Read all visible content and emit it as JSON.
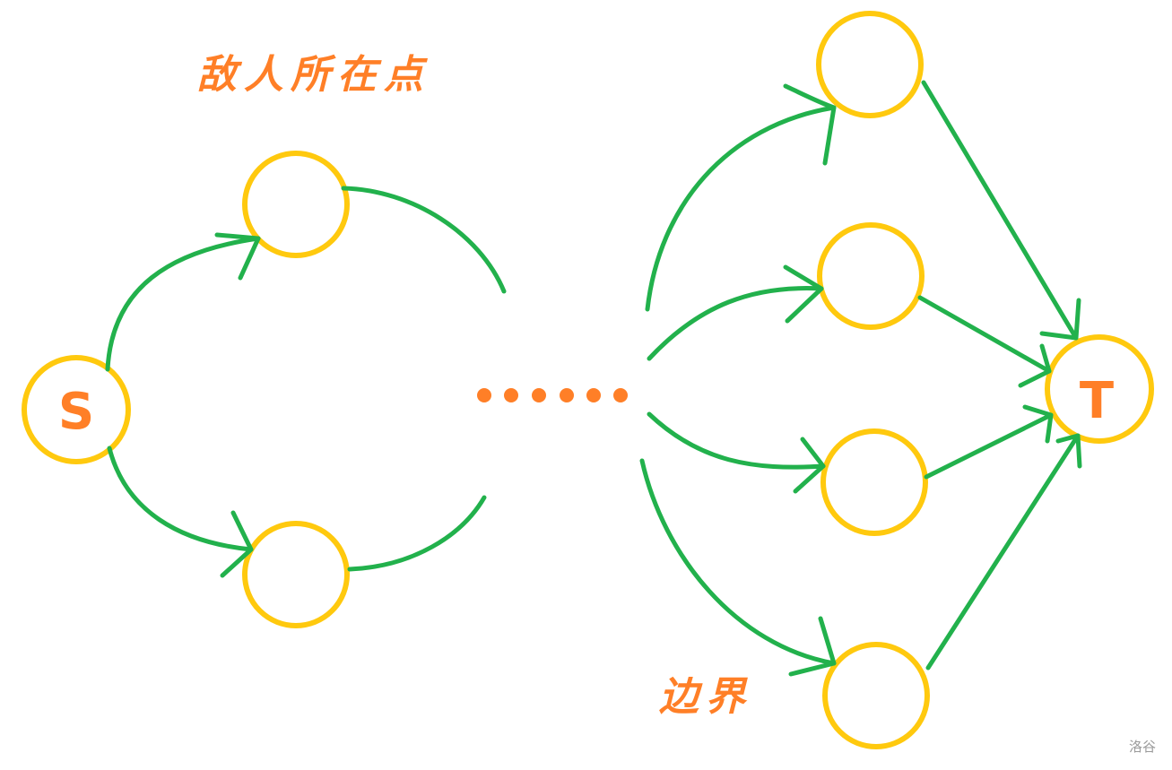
{
  "labels": {
    "source": "S",
    "sink": "T",
    "enemy_points": "敌人所在点",
    "boundary": "边界"
  },
  "watermark": "洛谷",
  "colors": {
    "node": "#FFC90E",
    "edge": "#22B14C",
    "text": "#FF7F27"
  }
}
